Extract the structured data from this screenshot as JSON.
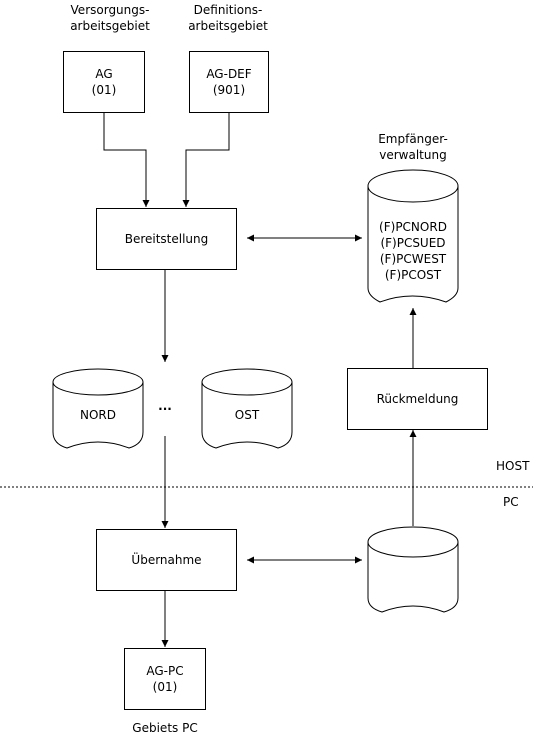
{
  "labels": {
    "versorgung": [
      "Versorgungs-",
      "arbeitsgebiet"
    ],
    "definition": [
      "Definitions-",
      "arbeitsgebiet"
    ],
    "empfaenger": [
      "Empfänger-",
      "verwaltung"
    ],
    "gebiets_pc": "Gebiets PC",
    "host": "HOST",
    "pc": "PC",
    "ellipsis": "..."
  },
  "boxes": {
    "ag": [
      "AG",
      "(01)"
    ],
    "ag_def": [
      "AG-DEF",
      "(901)"
    ],
    "bereitstellung": "Bereitstellung",
    "rueckmeldung": "Rückmeldung",
    "uebernahme": "Übernahme",
    "ag_pc": [
      "AG-PC",
      "(01)"
    ]
  },
  "cylinders": {
    "nord": "NORD",
    "ost": "OST",
    "empfaenger_lines": [
      "(F)PCNORD",
      "(F)PCSUED",
      "(F)PCWEST",
      "(F)PCOST"
    ]
  }
}
